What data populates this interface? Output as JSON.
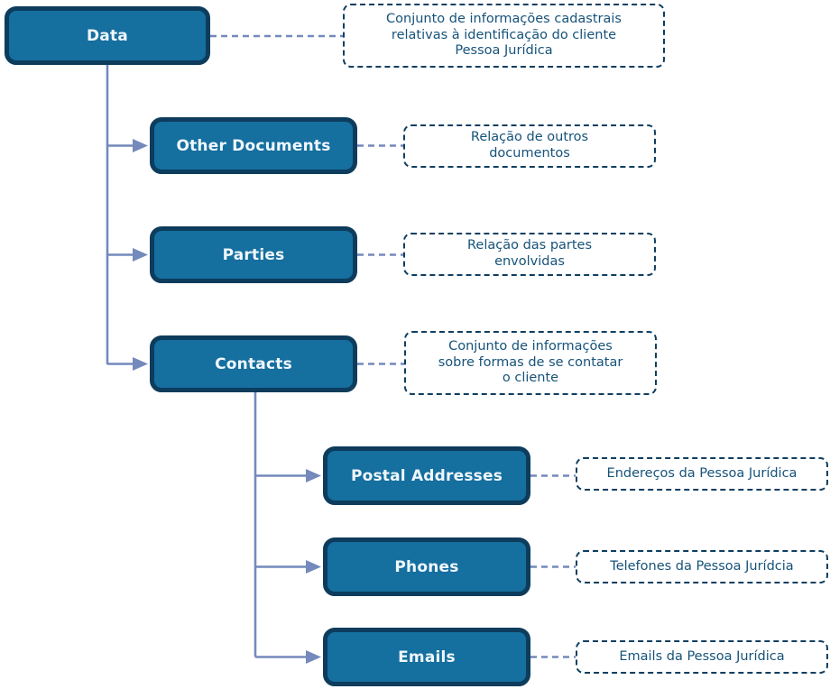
{
  "nodes": {
    "data": {
      "label": "Data",
      "note": "Conjunto de informações cadastrais\nrelativas à identificação do cliente\nPessoa Jurídica"
    },
    "other_documents": {
      "label": "Other Documents",
      "note": "Relação de outros\ndocumentos"
    },
    "parties": {
      "label": "Parties",
      "note": "Relação das partes\nenvolvidas"
    },
    "contacts": {
      "label": "Contacts",
      "note": "Conjunto de informações\nsobre formas de se contatar\no cliente"
    },
    "postal_addresses": {
      "label": "Postal Addresses",
      "note": "Endereços da Pessoa Jurídica"
    },
    "phones": {
      "label": "Phones",
      "note": "Telefones da Pessoa Jurídcia"
    },
    "emails": {
      "label": "Emails",
      "note": "Emails da Pessoa Jurídica"
    }
  },
  "hierarchy": {
    "root": "data",
    "children": {
      "data": [
        "other_documents",
        "parties",
        "contacts"
      ],
      "contacts": [
        "postal_addresses",
        "phones",
        "emails"
      ]
    }
  },
  "colors": {
    "node_fill": "#156f9f",
    "node_border": "#0d3c5c",
    "node_text": "#f0f7fc",
    "note_border": "#0e3e60",
    "note_text": "#16537a",
    "connector": "#7489bc",
    "background": "#ffffff"
  }
}
